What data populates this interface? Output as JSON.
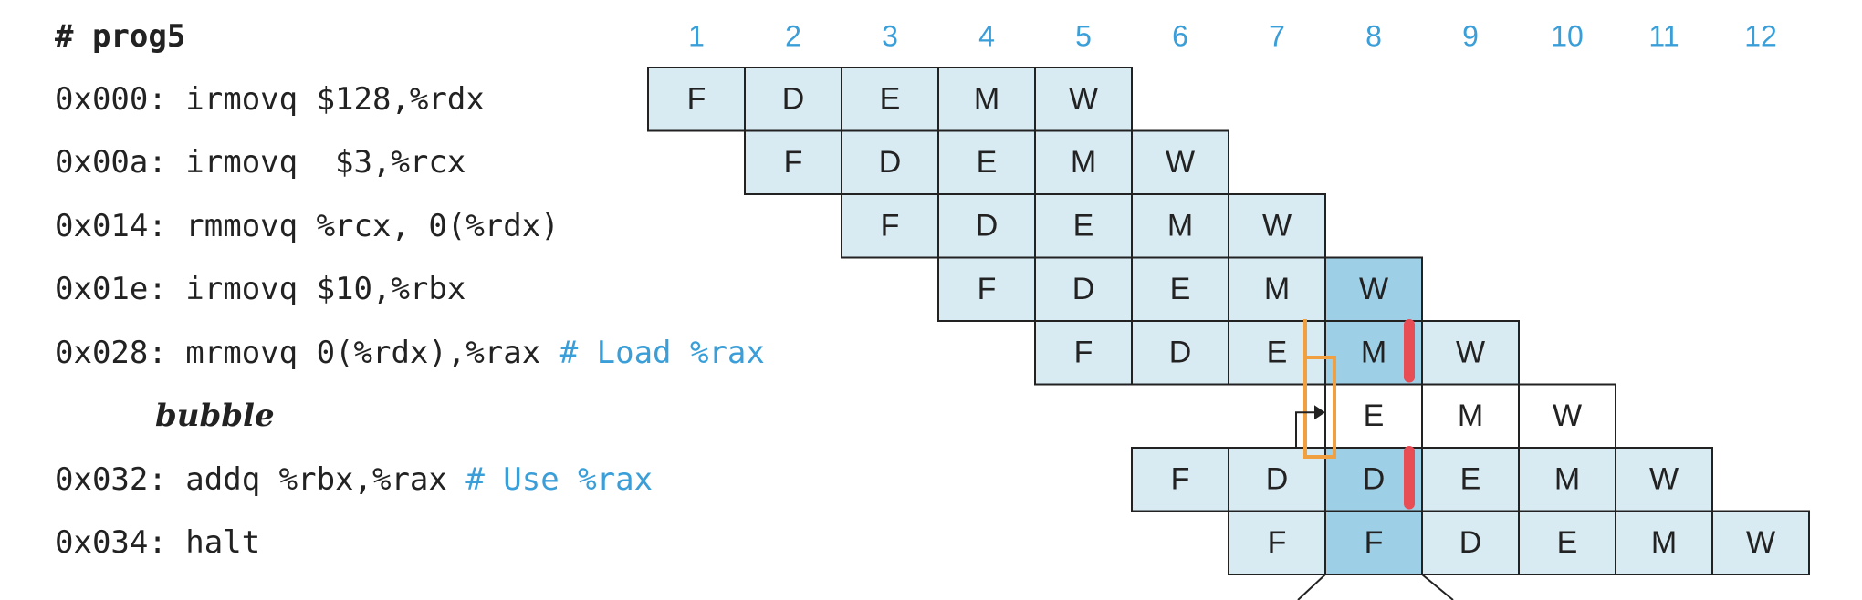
{
  "program": {
    "title": "# prog5",
    "lines": [
      {
        "code": "0x000: irmovq $128,%rdx",
        "comment": ""
      },
      {
        "code": "0x00a: irmovq  $3,%rcx",
        "comment": ""
      },
      {
        "code": "0x014: rmmovq %rcx, 0(%rdx)",
        "comment": ""
      },
      {
        "code": "0x01e: irmovq $10,%rbx",
        "comment": ""
      },
      {
        "code": "0x028: mrmovq 0(%rdx),%rax ",
        "comment": "# Load %rax"
      },
      {
        "code": "bubble",
        "comment": "",
        "bubble": true
      },
      {
        "code": "0x032: addq %rbx,%rax ",
        "comment": "# Use %rax"
      },
      {
        "code": "0x034: halt",
        "comment": ""
      }
    ]
  },
  "cycles": [
    "1",
    "2",
    "3",
    "4",
    "5",
    "6",
    "7",
    "8",
    "9",
    "10",
    "11",
    "12"
  ],
  "pipeline": [
    {
      "start": 1,
      "stages": [
        "F",
        "D",
        "E",
        "M",
        "W"
      ]
    },
    {
      "start": 2,
      "stages": [
        "F",
        "D",
        "E",
        "M",
        "W"
      ]
    },
    {
      "start": 3,
      "stages": [
        "F",
        "D",
        "E",
        "M",
        "W"
      ]
    },
    {
      "start": 4,
      "stages": [
        "F",
        "D",
        "E",
        "M",
        "W"
      ]
    },
    {
      "start": 5,
      "stages": [
        "F",
        "D",
        "E",
        "M",
        "W"
      ]
    },
    {
      "start": 8,
      "stages": [
        "E",
        "M",
        "W"
      ],
      "bubble": true
    },
    {
      "start": 6,
      "stages": [
        "F",
        "D",
        "D",
        "E",
        "M",
        "W"
      ]
    },
    {
      "start": 7,
      "stages": [
        "F",
        "F",
        "D",
        "E",
        "M",
        "W"
      ]
    }
  ],
  "highlight_cycle": 8,
  "colors": {
    "cell_fill": "#d8ebf3",
    "highlight_fill": "#9dcfe6",
    "bubble_fill": "#ffffff",
    "border": "#222222",
    "forward_path": "#f0a040",
    "stall_marker": "#e84c54",
    "cycle_label": "#3a9ed8",
    "comment": "#3a9ed8"
  }
}
